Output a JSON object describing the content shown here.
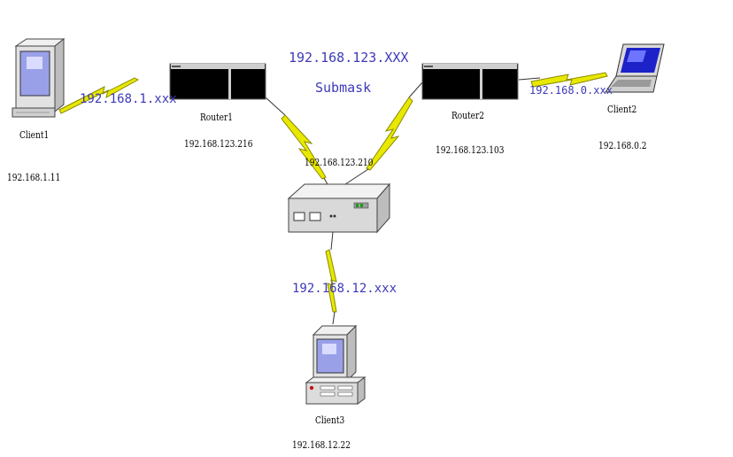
{
  "networks": {
    "center_net": "192.168.123.XXX",
    "center_sub": "Submask",
    "net_client1": "192.168.1.xxx",
    "net_client2": "192.168.0.xxx",
    "net_client3": "192.168.12.xxx"
  },
  "devices": {
    "router1": {
      "label": "Router1",
      "ip": "192.168.123.216"
    },
    "router2": {
      "label": "Router2",
      "ip": "192.168.123.103"
    },
    "hub": {
      "ip": "192.168.123.210"
    },
    "client1": {
      "label": "Client1",
      "ip": "192.168.1.11"
    },
    "client2": {
      "label": "Client2",
      "ip": "192.168.0.2"
    },
    "client3": {
      "label": "Client3",
      "ip": "192.168.12.22"
    }
  },
  "colors": {
    "link": "#e8e800",
    "link_outline": "#8a8a00",
    "net_text": "#3d3ab8"
  }
}
